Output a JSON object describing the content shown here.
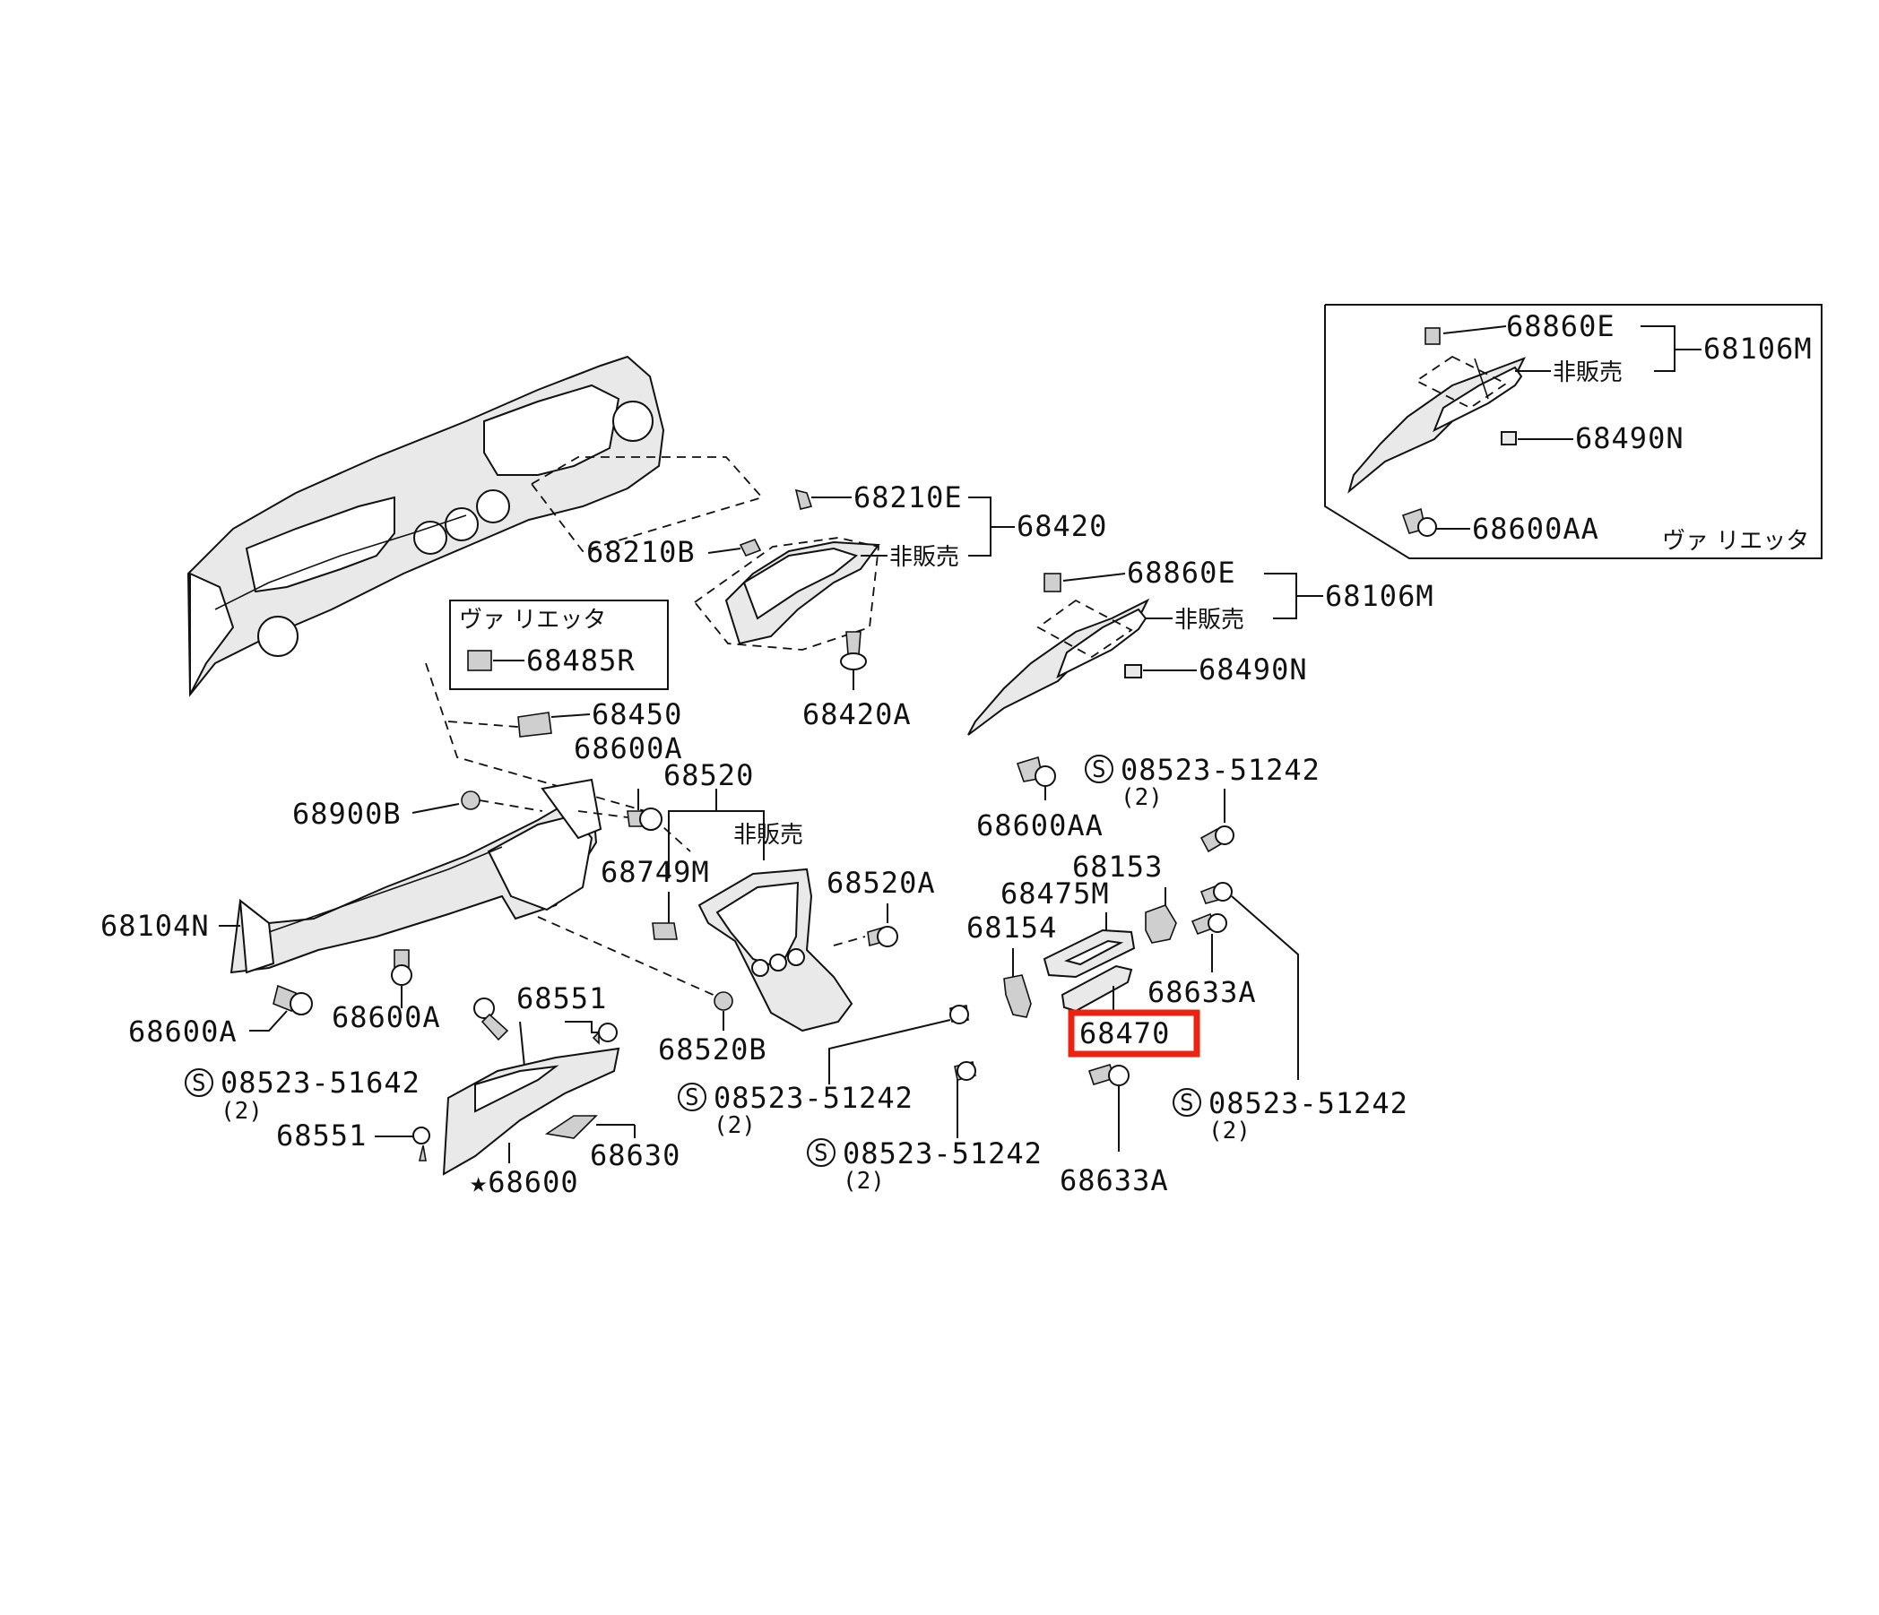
{
  "inset": {
    "label_68860E": "68860E",
    "label_68106M": "68106M",
    "label_not_for_sale": "非販売",
    "label_68490N": "68490N",
    "label_68600AA": "68600AA",
    "label_variation": "ヴァ リエッタ"
  },
  "upper": {
    "label_68210E": "68210E",
    "label_68420": "68420",
    "label_68210B": "68210B",
    "label_not_for_sale": "非販売",
    "label_68420A": "68420A"
  },
  "right_panel": {
    "label_68860E": "68860E",
    "label_68106M": "68106M",
    "label_not_for_sale": "非販売",
    "label_68490N": "68490N",
    "label_68600AA": "68600AA"
  },
  "variation_box": {
    "label_variation": "ヴァ リエッタ",
    "label_68485R": "68485R"
  },
  "left_lower": {
    "label_68450": "68450",
    "label_68600A_top": "68600A",
    "label_68900B": "68900B",
    "label_68104N": "68104N",
    "label_68600A_left": "68600A",
    "label_68600A_mid": "68600A",
    "label_68551_top": "68551",
    "label_68551_bottom": "68551",
    "label_08523_51642": "08523-51642",
    "label_qty_2": "(2)",
    "label_68630": "68630",
    "label_star_68600": "★68600",
    "symbol_s": "S"
  },
  "center": {
    "label_68520": "68520",
    "label_not_for_sale": "非販売",
    "label_68749M": "68749M",
    "label_68520A": "68520A",
    "label_68520B": "68520B",
    "label_08523_51242_a": "08523-51242",
    "label_qty_2_a": "(2)",
    "label_08523_51242_b": "08523-51242",
    "label_qty_2_b": "(2)",
    "symbol_s": "S"
  },
  "right_lower": {
    "label_08523_51242_top": "08523-51242",
    "label_qty_2_top": "(2)",
    "label_68153": "68153",
    "label_68475M": "68475M",
    "label_68154": "68154",
    "label_68633A_top": "68633A",
    "label_68470": "68470",
    "label_08523_51242_right": "08523-51242",
    "label_qty_2_right": "(2)",
    "label_68633A_bottom": "68633A",
    "symbol_s": "S",
    "highlight_color": "#ee2211"
  }
}
